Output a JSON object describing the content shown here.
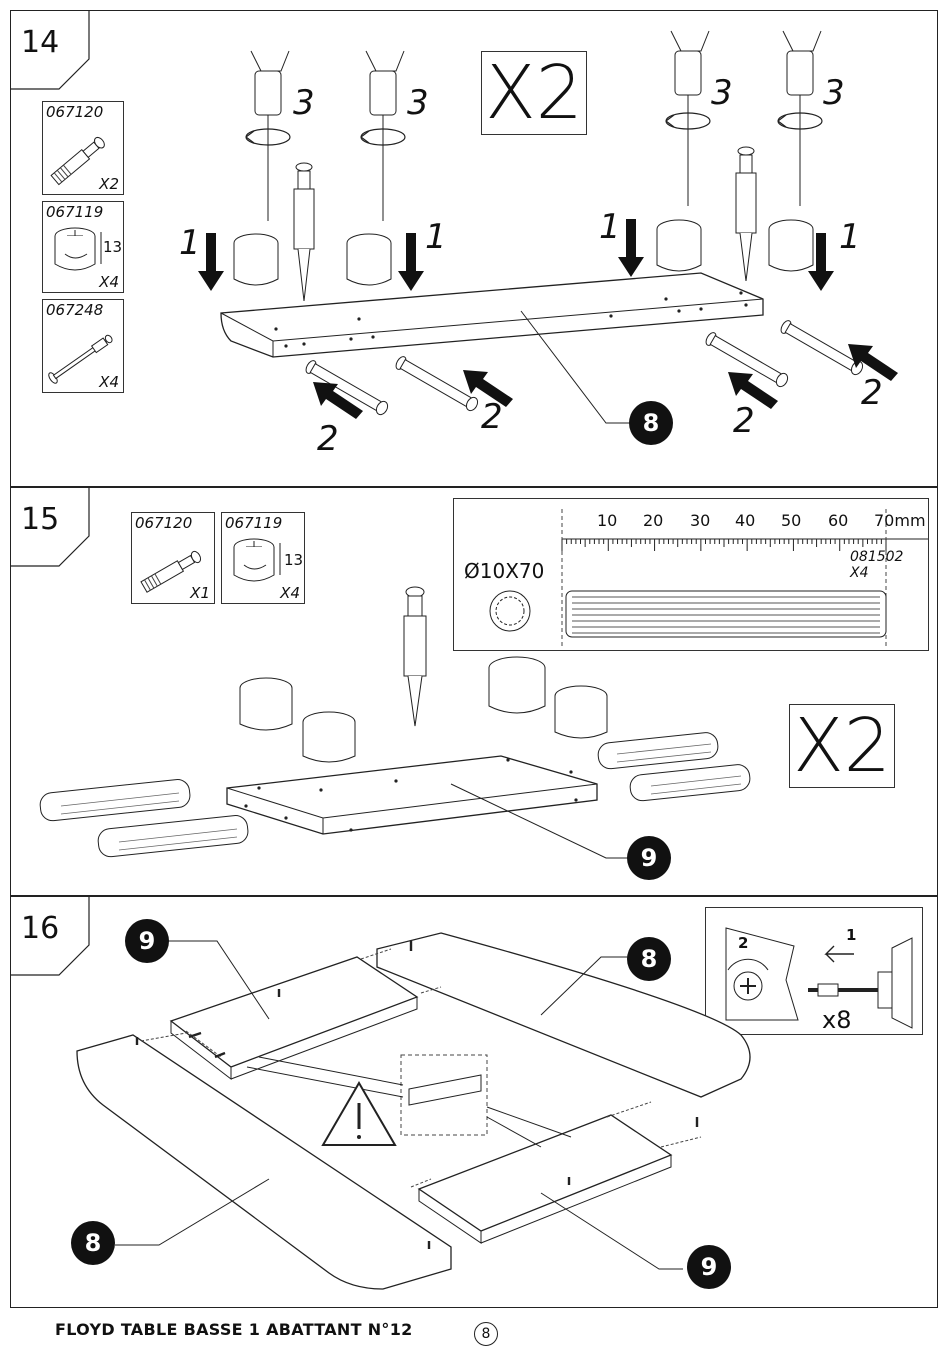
{
  "steps": [
    {
      "number": "14",
      "multiplier": "X2",
      "parts": [
        {
          "code": "067120",
          "qty": "X2",
          "icon": "cam-bolt-icon"
        },
        {
          "code": "067119",
          "qty": "X4",
          "dim": "13",
          "icon": "cam-lock-icon"
        },
        {
          "code": "067248",
          "qty": "X4",
          "icon": "dowel-pin-icon"
        }
      ],
      "step_labels": {
        "rotate": "3",
        "insert": "1",
        "push": "2"
      },
      "callout": "8"
    },
    {
      "number": "15",
      "multiplier": "X2",
      "parts": [
        {
          "code": "067120",
          "qty": "X1",
          "icon": "cam-bolt-icon"
        },
        {
          "code": "067119",
          "qty": "X4",
          "dim": "13",
          "icon": "cam-lock-icon"
        }
      ],
      "ruler": {
        "ticks": [
          "10",
          "20",
          "30",
          "40",
          "50",
          "60",
          "70mm"
        ],
        "dowel_size": "Ø10X70",
        "code": "081502",
        "qty": "X4"
      },
      "callout": "9"
    },
    {
      "number": "16",
      "inset": {
        "step1": "1",
        "step2": "2",
        "qty": "x8"
      },
      "callouts": [
        "9",
        "8",
        "8",
        "9"
      ]
    }
  ],
  "footer": {
    "title": "FLOYD TABLE BASSE 1 ABATTANT N°12",
    "page": "8"
  }
}
